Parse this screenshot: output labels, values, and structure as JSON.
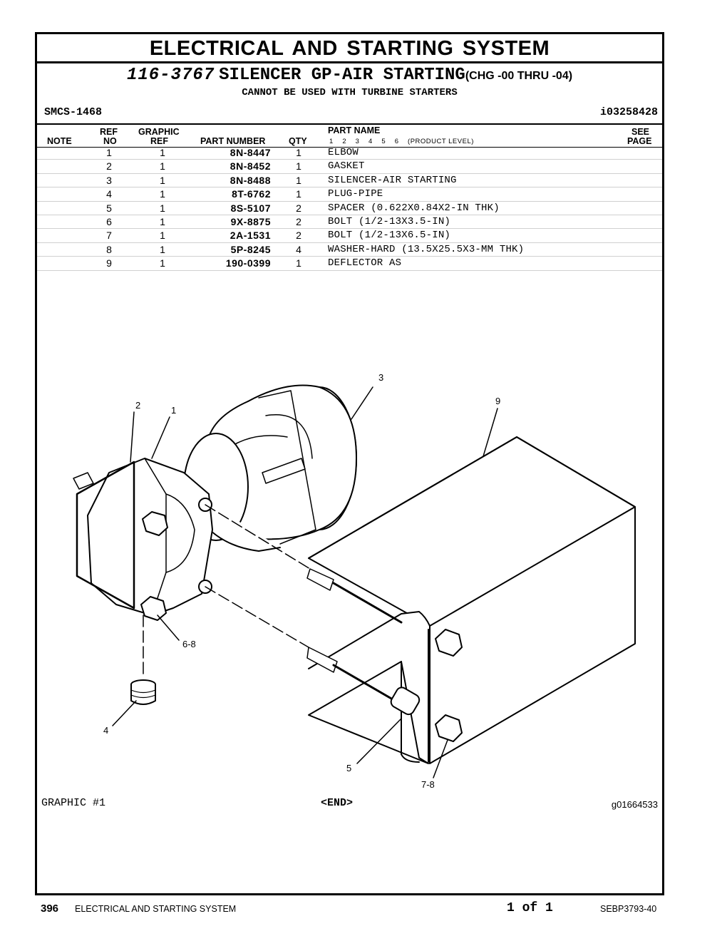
{
  "header": {
    "title": "ELECTRICAL AND STARTING SYSTEM",
    "part_code": "116-3767",
    "part_title": "SILENCER GP-AIR STARTING",
    "change_range": "(CHG -00 THRU -04)",
    "note": "CANNOT BE USED WITH TURBINE STARTERS",
    "smcs": "SMCS-1468",
    "doc_id": "i03258428"
  },
  "columns": {
    "note": "NOTE",
    "ref_top": "REF",
    "ref_bottom": "NO",
    "graphic_top": "GRAPHIC",
    "graphic_bottom": "REF",
    "part_number": "PART NUMBER",
    "qty": "QTY",
    "part_name": "PART NAME",
    "product_level": "1    2    3    4    5    6    (PRODUCT LEVEL)",
    "see_top": "SEE",
    "see_bottom": "PAGE"
  },
  "parts": [
    {
      "ref": "1",
      "graphic": "1",
      "part_number": "8N-8447",
      "qty": "1",
      "name": "ELBOW"
    },
    {
      "ref": "2",
      "graphic": "1",
      "part_number": "8N-8452",
      "qty": "1",
      "name": "GASKET"
    },
    {
      "ref": "3",
      "graphic": "1",
      "part_number": "8N-8488",
      "qty": "1",
      "name": "SILENCER-AIR STARTING"
    },
    {
      "ref": "4",
      "graphic": "1",
      "part_number": "8T-6762",
      "qty": "1",
      "name": "PLUG-PIPE"
    },
    {
      "ref": "5",
      "graphic": "1",
      "part_number": "8S-5107",
      "qty": "2",
      "name": "SPACER (0.622X0.84X2-IN THK)"
    },
    {
      "ref": "6",
      "graphic": "1",
      "part_number": "9X-8875",
      "qty": "2",
      "name": "BOLT (1/2-13X3.5-IN)"
    },
    {
      "ref": "7",
      "graphic": "1",
      "part_number": "2A-1531",
      "qty": "2",
      "name": "BOLT (1/2-13X6.5-IN)"
    },
    {
      "ref": "8",
      "graphic": "1",
      "part_number": "5P-8245",
      "qty": "4",
      "name": "WASHER-HARD (13.5X25.5X3-MM THK)"
    },
    {
      "ref": "9",
      "graphic": "1",
      "part_number": "190-0399",
      "qty": "1",
      "name": "DEFLECTOR AS"
    }
  ],
  "callouts": {
    "c1": "1",
    "c2": "2",
    "c3": "3",
    "c4": "4",
    "c5": "5",
    "c68": "6-8",
    "c78": "7-8",
    "c9": "9"
  },
  "graphic": {
    "label": "GRAPHIC #1",
    "end": "<END>",
    "id": "g01664533"
  },
  "footer": {
    "page_number": "396",
    "section": "ELECTRICAL AND STARTING SYSTEM",
    "page_of": "1 of 1",
    "doc_number": "SEBP3793-40"
  }
}
